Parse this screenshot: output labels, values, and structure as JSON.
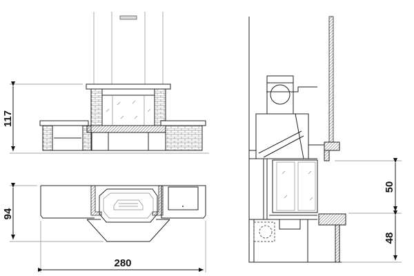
{
  "title": "Fireplace technical drawing",
  "dimensions": {
    "front_height": "117",
    "plan_depth": "94",
    "plan_width": "280",
    "side_opening_height": "50",
    "side_base_height": "48"
  },
  "colors": {
    "line": "#222222",
    "background": "#ffffff"
  }
}
